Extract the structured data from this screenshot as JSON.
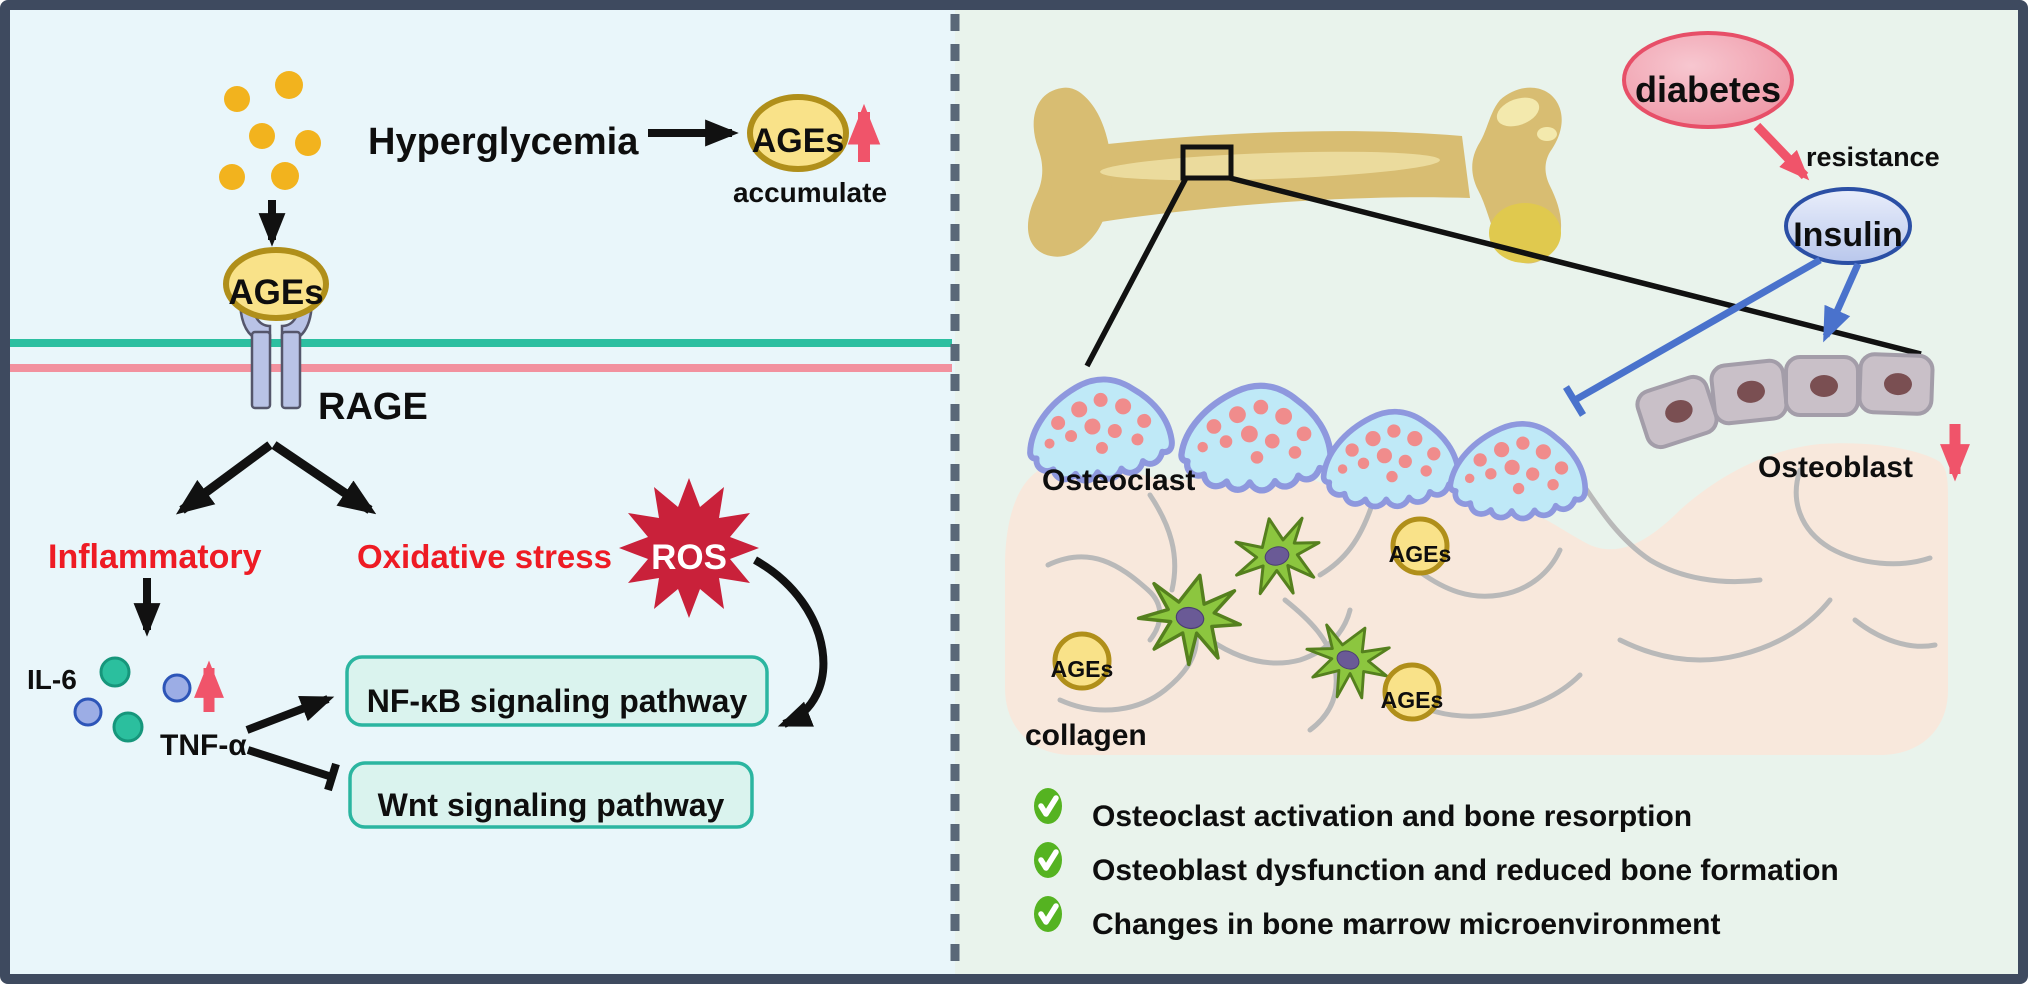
{
  "palette": {
    "frame": "#3e4a5f",
    "left_bg": "#e9f6fa",
    "right_bg": "#e9f3ec",
    "red_text": "#ee1b24",
    "ros_star": "#c9213a",
    "accent_pink": "#f0546a",
    "membrane_teal": "#2cbfa0",
    "membrane_pink": "#f2919e",
    "box_fill": "#daf3ee",
    "box_border": "#2bb5a0",
    "ages_fill": "#f9e289",
    "ages_border": "#b08f1a",
    "glucose": "#f2b31e",
    "insulin_blue": "#4a72cc",
    "check_green": "#55b321"
  },
  "left_panel": {
    "hyperglycemia": "Hyperglycemia",
    "ages": "AGEs",
    "accumulate": "accumulate",
    "ages_receptor": "AGEs",
    "rage": "RAGE",
    "inflammatory": "Inflammatory",
    "oxidative_stress": "Oxidative stress",
    "ros": "ROS",
    "il6": "IL-6",
    "tnf_alpha": "TNF-α",
    "nfkb_pathway": "NF-κB signaling pathway",
    "wnt_pathway": "Wnt signaling pathway"
  },
  "right_panel": {
    "diabetes": "diabetes",
    "resistance": "resistance",
    "insulin": "Insulin",
    "osteoclast_label": "Osteoclast",
    "osteoblast_label": "Osteoblast",
    "collagen_label": "collagen",
    "ages_label_1": "AGEs",
    "ages_label_2": "AGEs",
    "ages_label_3": "AGEs",
    "checklist": [
      "Osteoclast activation and bone resorption",
      "Osteoblast dysfunction and reduced bone formation",
      "Changes in bone marrow microenvironment"
    ]
  }
}
